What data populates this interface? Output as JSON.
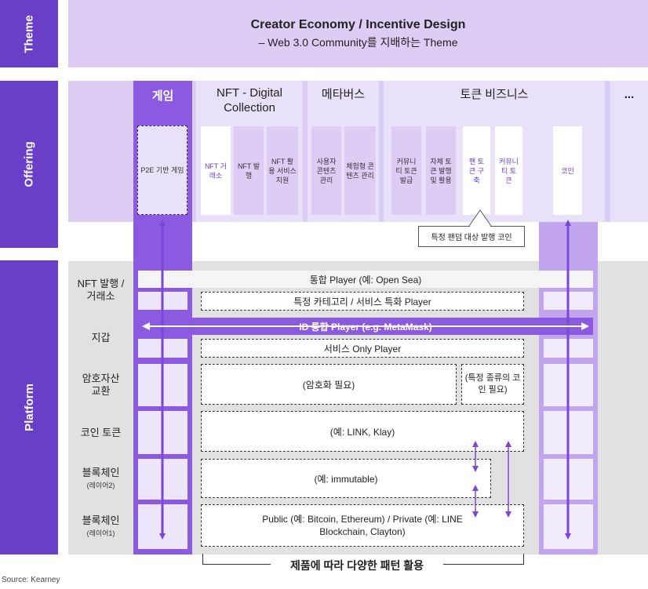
{
  "side_labels": {
    "theme": "Theme",
    "offering": "Offering",
    "platform": "Platform"
  },
  "theme": {
    "title": "Creator Economy / Incentive Design",
    "subtitle": "–   Web 3.0 Community를 지배하는 Theme"
  },
  "offering": {
    "columns": [
      {
        "title": "게임",
        "items": [
          "P2E 기반 게임"
        ]
      },
      {
        "title": "NFT - Digital Collection",
        "items": [
          "NFT 거래소",
          "NFT 발행",
          "NFT 활용 서비스 지원"
        ]
      },
      {
        "title": "메타버스",
        "items": [
          "사용자 콘텐츠 관리",
          "체험형 콘텐츠 관리"
        ]
      },
      {
        "title": "토큰 비즈니스",
        "items": [
          "커뮤니티 토큰 발급",
          "자체 토큰 발행 및 활용",
          "팬 토큰 구축",
          "커뮤니티 토큰",
          "코인"
        ]
      },
      {
        "title": "..."
      }
    ],
    "callout": "특정 팬덤 대상 발행 코인"
  },
  "platform": {
    "rows": [
      {
        "label": "NFT 발행 / 거래소",
        "sub": ""
      },
      {
        "label": "지갑",
        "sub": ""
      },
      {
        "label": "암호자산 교환",
        "sub": ""
      },
      {
        "label": "코인 토큰",
        "sub": ""
      },
      {
        "label": "블록체인",
        "sub": "(레이어2)"
      },
      {
        "label": "블록체인",
        "sub": "(레이어1)"
      }
    ],
    "bars": {
      "integrated_player": "통합 Player (예: Open Sea)",
      "category_player": "특정 카테고리 / 서비스 특화 Player",
      "id_player": "ID 통합 Player (e.g. MetaMask)",
      "service_only": "서비스 Only Player",
      "crypto_needed": "(암호화 필요)",
      "coin_needed": "(특정 종류의 코인 필요)",
      "coin_example": "(예: LINK, Klay)",
      "l2_example": "(예: immutable)",
      "l1_example": "Public (예: Bitcoin, Ethereum) / Private (예: LINE Blockchain, Clayton)"
    },
    "bottom_caption": "제품에 따라 다양한 패턴 활용"
  },
  "source": "Source: Kearney",
  "colors": {
    "accent": "#6a3fc8",
    "arrow": "#7b47d6",
    "lavender": "#dccdf4",
    "grey": "#e1e1e1"
  }
}
